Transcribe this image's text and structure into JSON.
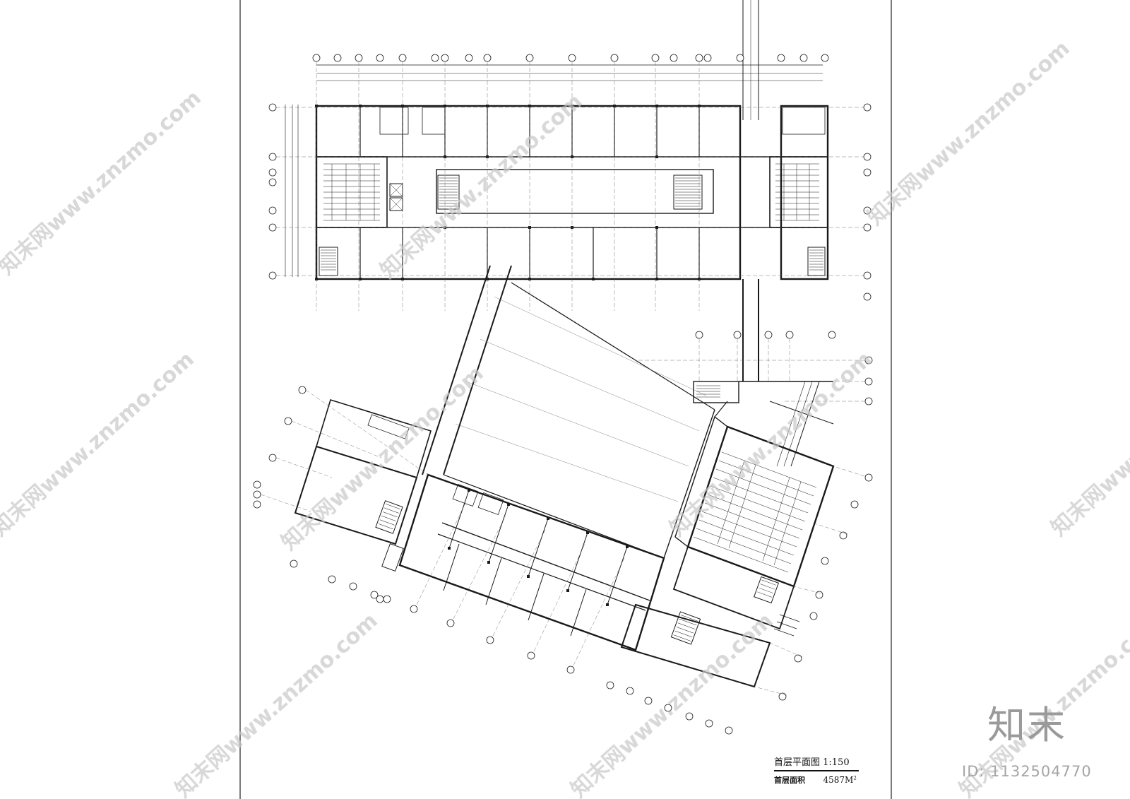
{
  "drawing": {
    "title": "首层平面图 1:150",
    "area_label": "首层面积",
    "area_value": "4587M",
    "area_unit_sup": "2"
  },
  "brand": {
    "logo_text": "知末",
    "id_text": "ID: 1132504770",
    "watermark_text": "知末网www.znzmo.com"
  },
  "colors": {
    "line": "#1a1a1a",
    "frame": "#222222",
    "watermark": "#c8c8c8",
    "logo": "#9a9a9a"
  }
}
